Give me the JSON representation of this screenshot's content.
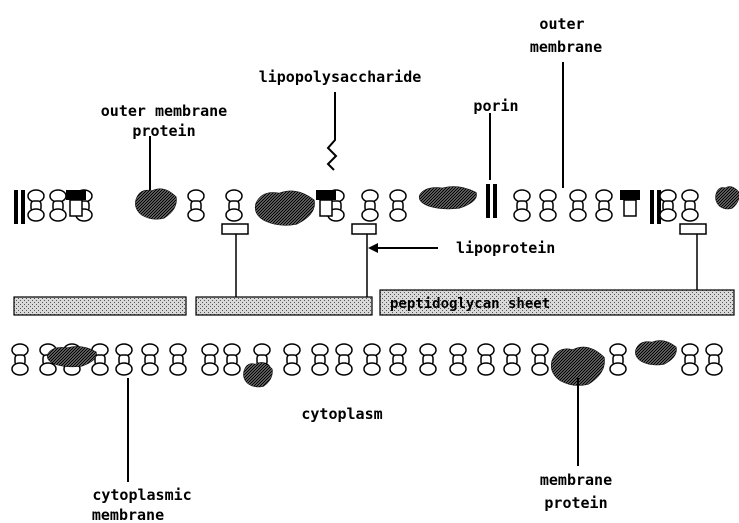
{
  "labels": {
    "outer_membrane_line1": "outer",
    "outer_membrane_line2": "membrane",
    "lipopolysaccharide": "lipopolysaccharide",
    "outer_membrane_protein_line1": "outer membrane",
    "outer_membrane_protein_line2": "protein",
    "porin": "porin",
    "lipoprotein": "lipoprotein",
    "peptidoglycan_sheet": "peptidoglycan sheet",
    "cytoplasm": "cytoplasm",
    "cytoplasmic_membrane_line1": "cytoplasmic",
    "cytoplasmic_membrane_line2": "membrane",
    "membrane_protein_line1": "membrane",
    "membrane_protein_line2": "protein"
  },
  "colors": {
    "ink": "#000000",
    "background": "#ffffff",
    "sheet_fill": "#c8c8c8"
  }
}
